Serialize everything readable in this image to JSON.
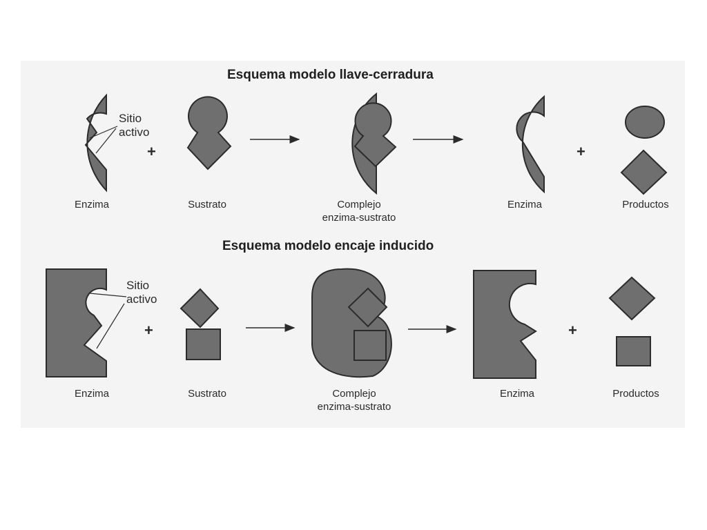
{
  "top": {
    "title": "Esquema modelo llave-cerradura",
    "site_label_1": "Sitio",
    "site_label_2": "activo",
    "enzyme": "Enzima",
    "substrate": "Sustrato",
    "complex_1": "Complejo",
    "complex_2": "enzima-sustrato",
    "enzyme_after": "Enzima",
    "products": "Productos",
    "plus": "+"
  },
  "bottom": {
    "title": "Esquema modelo encaje inducido",
    "site_label_1": "Sitio",
    "site_label_2": "activo",
    "enzyme": "Enzima",
    "substrate": "Sustrato",
    "complex_1": "Complejo",
    "complex_2": "enzima-sustrato",
    "enzyme_after": "Enzima",
    "products": "Productos",
    "plus": "+"
  },
  "colors": {
    "shape_fill": "#6f6f6f",
    "shape_stroke": "#2b2b2b"
  }
}
